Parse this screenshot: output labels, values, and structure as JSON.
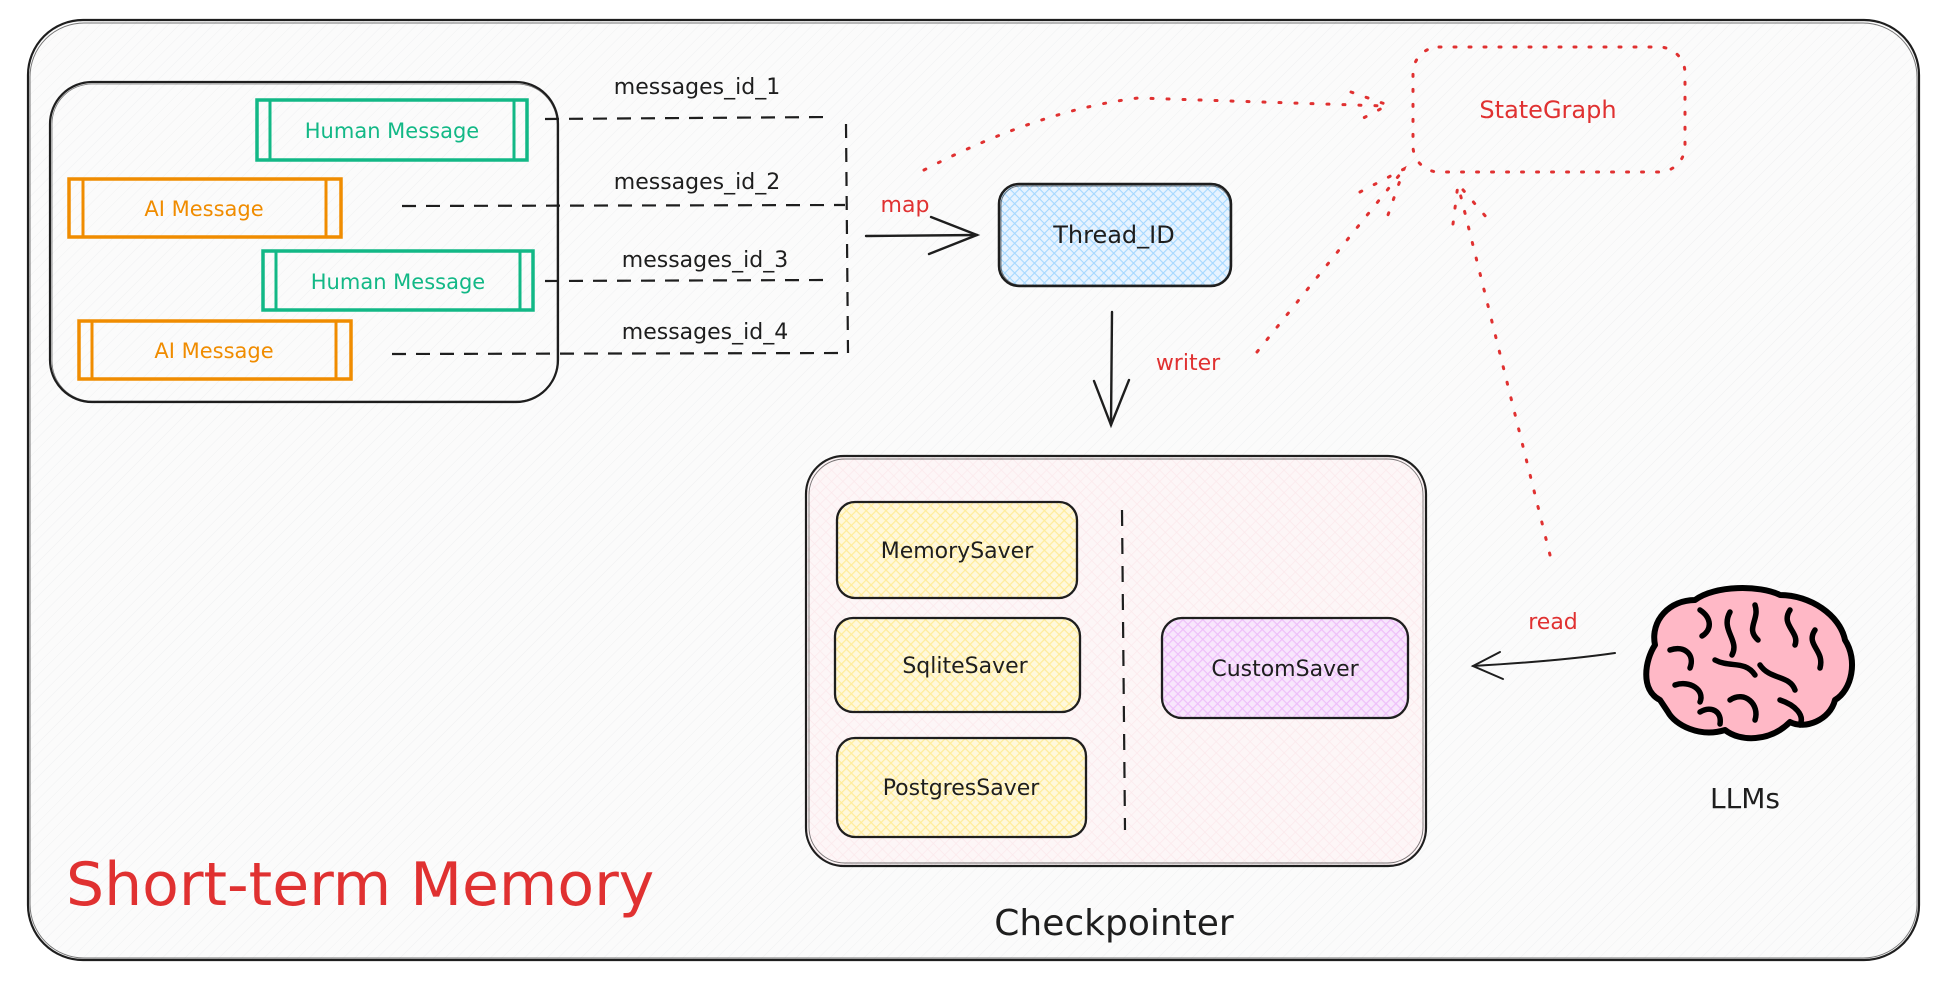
{
  "title": "Short-term Memory",
  "colors": {
    "ink": "#1e1e1e",
    "red": "#e03131",
    "green": "#12b886",
    "orange": "#f08c00",
    "blue_fill": "#a5d8ff",
    "yellow_fill": "#ffec99",
    "purple_fill": "#eebefa",
    "pink_fill": "#fff0f3",
    "brain_fill": "#ffb8c6",
    "background": "#f8f9fa"
  },
  "messages": [
    {
      "role": "human",
      "label": "Human Message",
      "id_label": "messages_id_1"
    },
    {
      "role": "ai",
      "label": "AI Message",
      "id_label": "messages_id_2"
    },
    {
      "role": "human",
      "label": "Human Message",
      "id_label": "messages_id_3"
    },
    {
      "role": "ai",
      "label": "AI Message",
      "id_label": "messages_id_4"
    }
  ],
  "thread": {
    "label": "Thread_ID",
    "map_label": "map"
  },
  "state_graph": {
    "label": "StateGraph"
  },
  "checkpointer": {
    "label": "Checkpointer",
    "writer_label": "writer",
    "builtin_savers": [
      "MemorySaver",
      "SqliteSaver",
      "PostgresSaver"
    ],
    "custom_saver": "CustomSaver"
  },
  "llm": {
    "label": "LLMs",
    "read_label": "read",
    "icon": "brain-icon"
  },
  "edges": [
    {
      "from": "messages",
      "to": "Thread_ID",
      "label": "map",
      "style": "solid"
    },
    {
      "from": "Thread_ID",
      "to": "StateGraph",
      "label": "",
      "style": "dotted"
    },
    {
      "from": "Thread_ID",
      "to": "Checkpointer",
      "label": "writer",
      "style": "solid"
    },
    {
      "from": "writer",
      "to": "StateGraph",
      "label": "",
      "style": "dotted"
    },
    {
      "from": "LLMs",
      "to": "Checkpointer",
      "label": "read",
      "style": "solid"
    },
    {
      "from": "read",
      "to": "StateGraph",
      "label": "",
      "style": "dotted"
    }
  ]
}
